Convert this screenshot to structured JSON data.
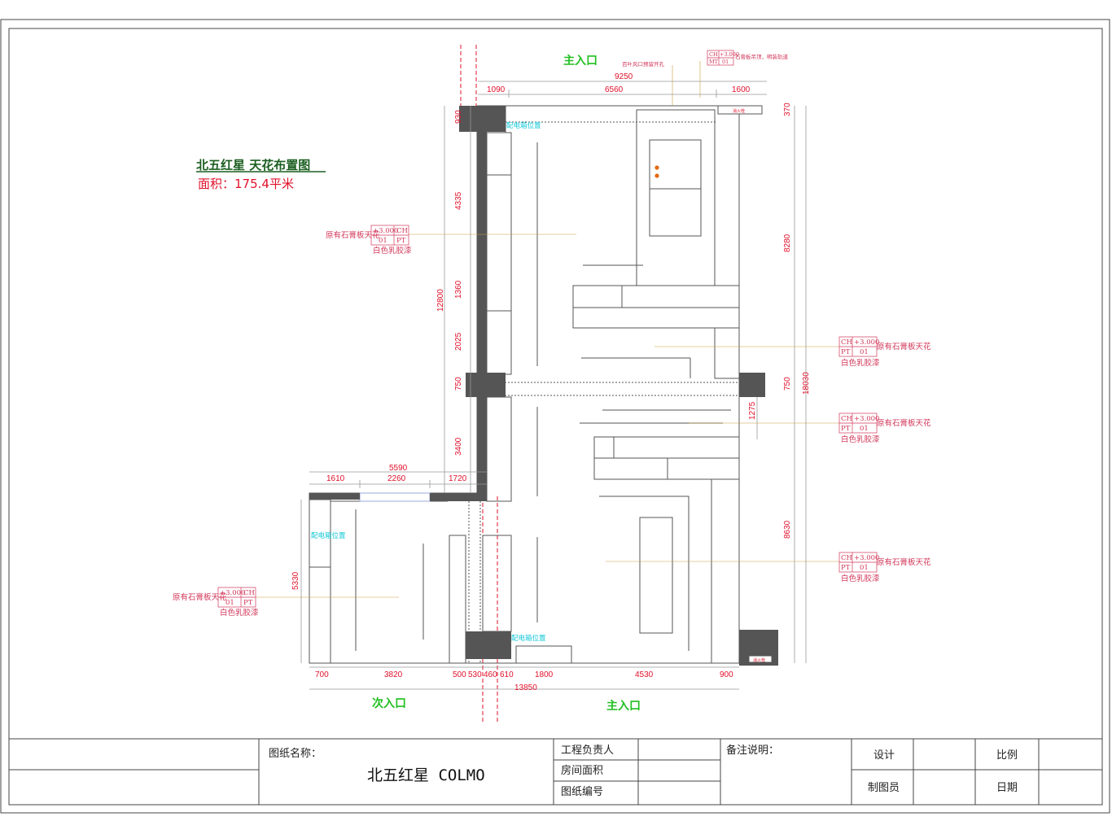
{
  "drawing": {
    "title": "北五红星  天花布置图",
    "area": "面积：175.4平米",
    "entrances": {
      "main_top": "主入口",
      "main_bottom": "主入口",
      "secondary": "次入口"
    },
    "cyan_labels": {
      "elec_box_1": "配电箱位置",
      "elec_box_2": "配电箱位置",
      "elec_box_3": "配电箱位置"
    },
    "fire_labels": {
      "fire_top": "消火栓",
      "fire_bottom": "消火栓"
    },
    "top_notes": {
      "note_left": "百叶风口预留开孔",
      "note_right": "石膏板吊顶，明装轨道",
      "tag_ch": "CH",
      "tag_ht": "+3.000",
      "tag_mt": "MT",
      "tag_01": "01"
    },
    "ceiling_tags": [
      {
        "name": "原有石膏板天花",
        "ch": "CH",
        "height": "+3.000",
        "pt": "PT",
        "code": "01",
        "finish": "白色乳胶漆"
      },
      {
        "name": "原有石膏板天花",
        "ch": "CH",
        "height": "+3.000",
        "pt": "PT",
        "code": "01",
        "finish": "白色乳胶漆"
      },
      {
        "name": "原有石膏板天花",
        "ch": "CH",
        "height": "+3.000",
        "pt": "PT",
        "code": "01",
        "finish": "白色乳胶漆"
      },
      {
        "name": "原有石膏板天花",
        "ch": "CH",
        "height": "+3.000",
        "pt": "PT",
        "code": "01",
        "finish": "白色乳胶漆"
      },
      {
        "name": "原有石膏板天花",
        "ch": "CH",
        "height": "+3.000",
        "pt": "PT",
        "code": "01",
        "finish": "白色乳胶漆"
      }
    ],
    "dims_top": {
      "total": "9250",
      "a": "1090",
      "b": "6560",
      "c": "1600"
    },
    "dims_left_vertical": {
      "a": "930",
      "b": "4335",
      "c": "1360",
      "d": "2025",
      "e": "750",
      "f": "3400",
      "total": "12800"
    },
    "dims_mid": {
      "total": "5590",
      "a": "1610",
      "b": "2260",
      "c": "1720"
    },
    "dims_left_lower": {
      "a": "5330"
    },
    "dims_right_vertical": {
      "a": "370",
      "b": "8280",
      "c": "750",
      "d": "8630",
      "total": "18030",
      "inner": "1275"
    },
    "dims_bottom": {
      "a": "700",
      "b": "3820",
      "c": "500",
      "d": "530",
      "e": "460",
      "f": "610",
      "g": "1800",
      "h": "4530",
      "i": "900",
      "total": "13850"
    }
  },
  "title_block": {
    "drawing_name_label": "图纸名称：",
    "drawing_name_value": "北五红星  COLMO",
    "project_lead": "工程负责人",
    "room_area": "房间面积",
    "drawing_no": "图纸编号",
    "remarks": "备注说明：",
    "design": "设计",
    "drafter": "制图员",
    "scale": "比例",
    "date": "日期"
  },
  "colors": {
    "dimension_red": "#e0102a",
    "annotation_pink": "#d2385a",
    "label_cyan": "#14c8d8",
    "entrance_green": "#22c022",
    "column_fill": "#555555",
    "title_green": "#1b5e20"
  }
}
